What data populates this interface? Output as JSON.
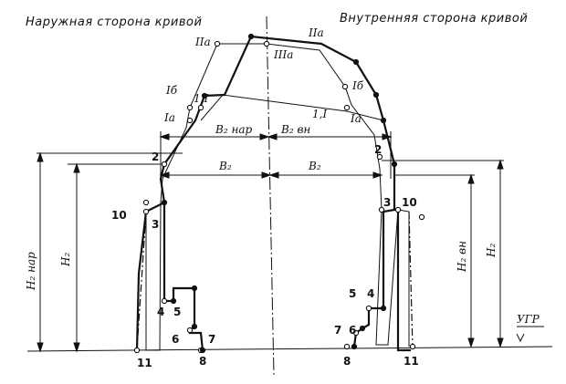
{
  "headers": {
    "outer": "Наружная сторона кривой",
    "inner": "Внутренняя сторона кривой"
  },
  "labels": {
    "IIa_left": "IIa",
    "IIa_right": "IIa",
    "IIIa": "IIIa",
    "Ib_left": "Iб",
    "Ib_right": "Iб",
    "I1_left": "1,I",
    "I1_right": "1,I",
    "Ia_left": "Ia",
    "Ia_right": "Ia",
    "n2_left": "2",
    "n2_right": "2",
    "n3_left": "3",
    "n3_right": "3",
    "n4_left": "4",
    "n4_right": "4",
    "n5_left": "5",
    "n5_right": "5",
    "n6_left": "6",
    "n6_right": "6",
    "n7_left": "7",
    "n7_right": "7",
    "n8_left": "8",
    "n8_right": "8",
    "n10_left": "10",
    "n10_right": "10",
    "n11_left": "11",
    "n11_right": "11"
  },
  "dimensions": {
    "B2nar": "B₂ нар",
    "B2vn": "B₂ вн",
    "B2_left": "B₂",
    "B2_right": "B₂",
    "H2nar": "H₂ нар",
    "H2_left": "H₂",
    "H2vn": "H₂ вн",
    "H2_right": "H₂",
    "ugr": "УГР"
  }
}
